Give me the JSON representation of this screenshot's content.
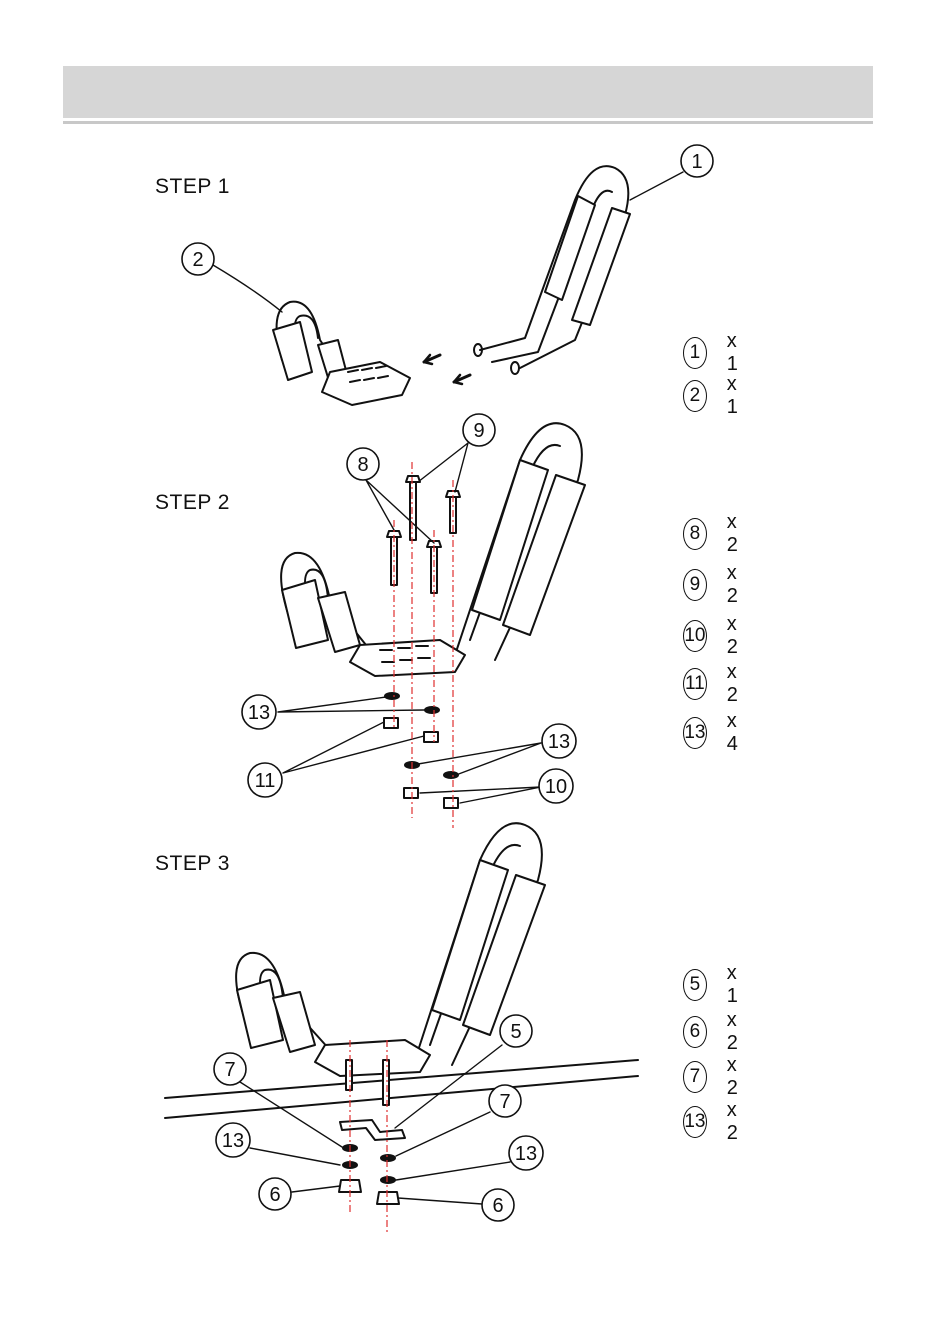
{
  "steps": [
    {
      "title": "STEP 1"
    },
    {
      "title": "STEP 2"
    },
    {
      "title": "STEP 3"
    }
  ],
  "parts_lists": [
    [
      {
        "num": "1",
        "qty": "x 1"
      },
      {
        "num": "2",
        "qty": "x 1"
      }
    ],
    [
      {
        "num": "8",
        "qty": "x 2"
      },
      {
        "num": "9",
        "qty": "x 2"
      },
      {
        "num": "10",
        "qty": "x 2"
      },
      {
        "num": "11",
        "qty": "x 2"
      },
      {
        "num": "13",
        "qty": "x 4"
      }
    ],
    [
      {
        "num": "5",
        "qty": "x 1"
      },
      {
        "num": "6",
        "qty": "x 2"
      },
      {
        "num": "7",
        "qty": "x 2"
      },
      {
        "num": "13",
        "qty": "x 2"
      }
    ]
  ],
  "callouts": {
    "s1": [
      "1",
      "2"
    ],
    "s2": [
      "9",
      "8",
      "13",
      "11",
      "13",
      "10"
    ],
    "s3": [
      "5",
      "7",
      "7",
      "13",
      "13",
      "6",
      "6"
    ]
  },
  "colors": {
    "header": "#d6d6d6",
    "guide_line": "#e03030",
    "ink": "#111111"
  }
}
